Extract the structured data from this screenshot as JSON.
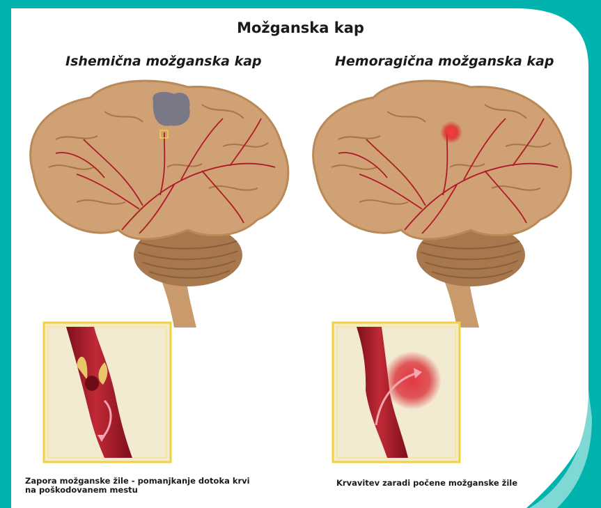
{
  "title": "Možganska kap",
  "panels": [
    {
      "heading": "Ishemična možganska kap",
      "caption_line1": "Zapora možganske žile - pomanjkanje dotoka krvi",
      "caption_line2": "na poškodovanem mestu"
    },
    {
      "heading": "Hemoragična možganska kap",
      "caption_line1": "Krvavitev zaradi počene možganske žile"
    }
  ],
  "colors": {
    "frame": "#00b3ad",
    "brain": "#cfa174",
    "brain_outline": "#b98957",
    "cerebellum": "#a7784d",
    "vessel": "#b0182b",
    "inset_border": "#f2d13b",
    "inset_bg": "#f3ead2",
    "clot_area": "#6a7189",
    "hemorrhage": "#d8242f"
  }
}
